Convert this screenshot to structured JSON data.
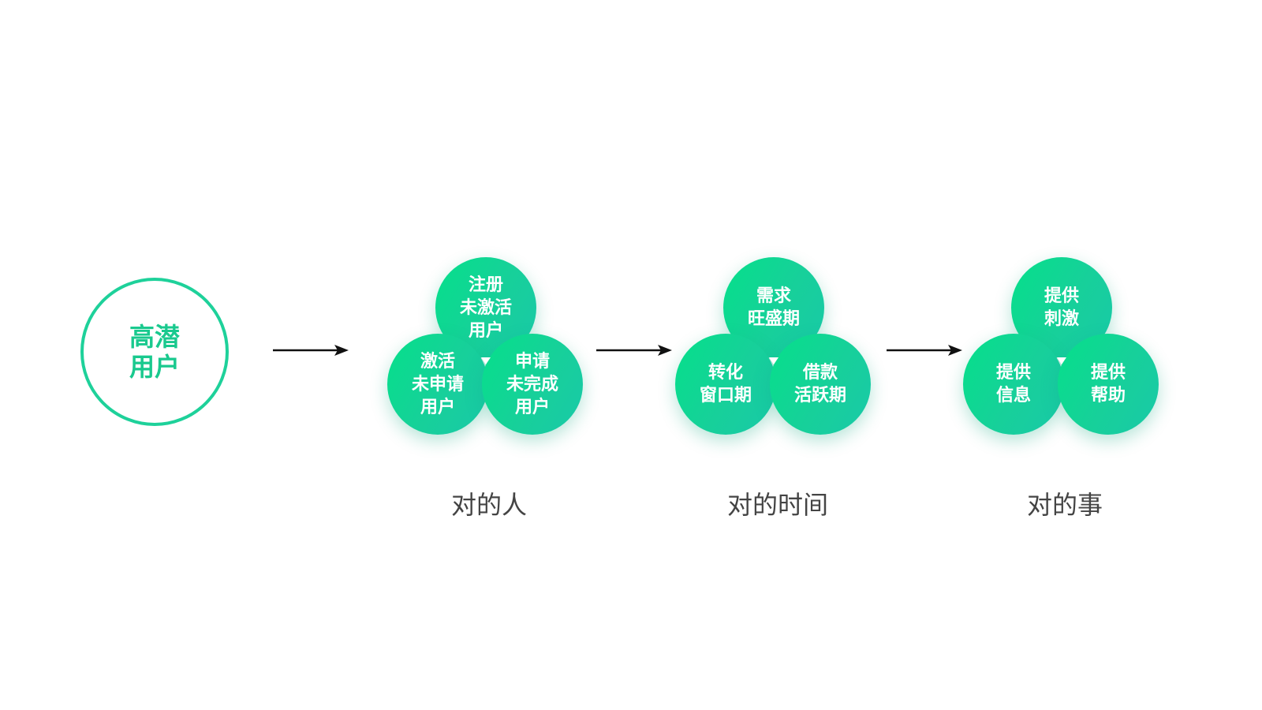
{
  "colors": {
    "accent": "#1ed19a",
    "bubble_start": "#05e08a",
    "bubble_end": "#19c9a8",
    "caption": "#444444",
    "arrow": "#111111"
  },
  "source": {
    "label": "高潜\n用户"
  },
  "groups": [
    {
      "caption": "对的人",
      "top": "注册\n未激活\n用户",
      "left": "激活\n未申请\n用户",
      "right": "申请\n未完成\n用户"
    },
    {
      "caption": "对的时间",
      "top": "需求\n旺盛期",
      "left": "转化\n窗口期",
      "right": "借款\n活跃期"
    },
    {
      "caption": "对的事",
      "top": "提供\n刺激",
      "left": "提供\n信息",
      "right": "提供\n帮助"
    }
  ]
}
